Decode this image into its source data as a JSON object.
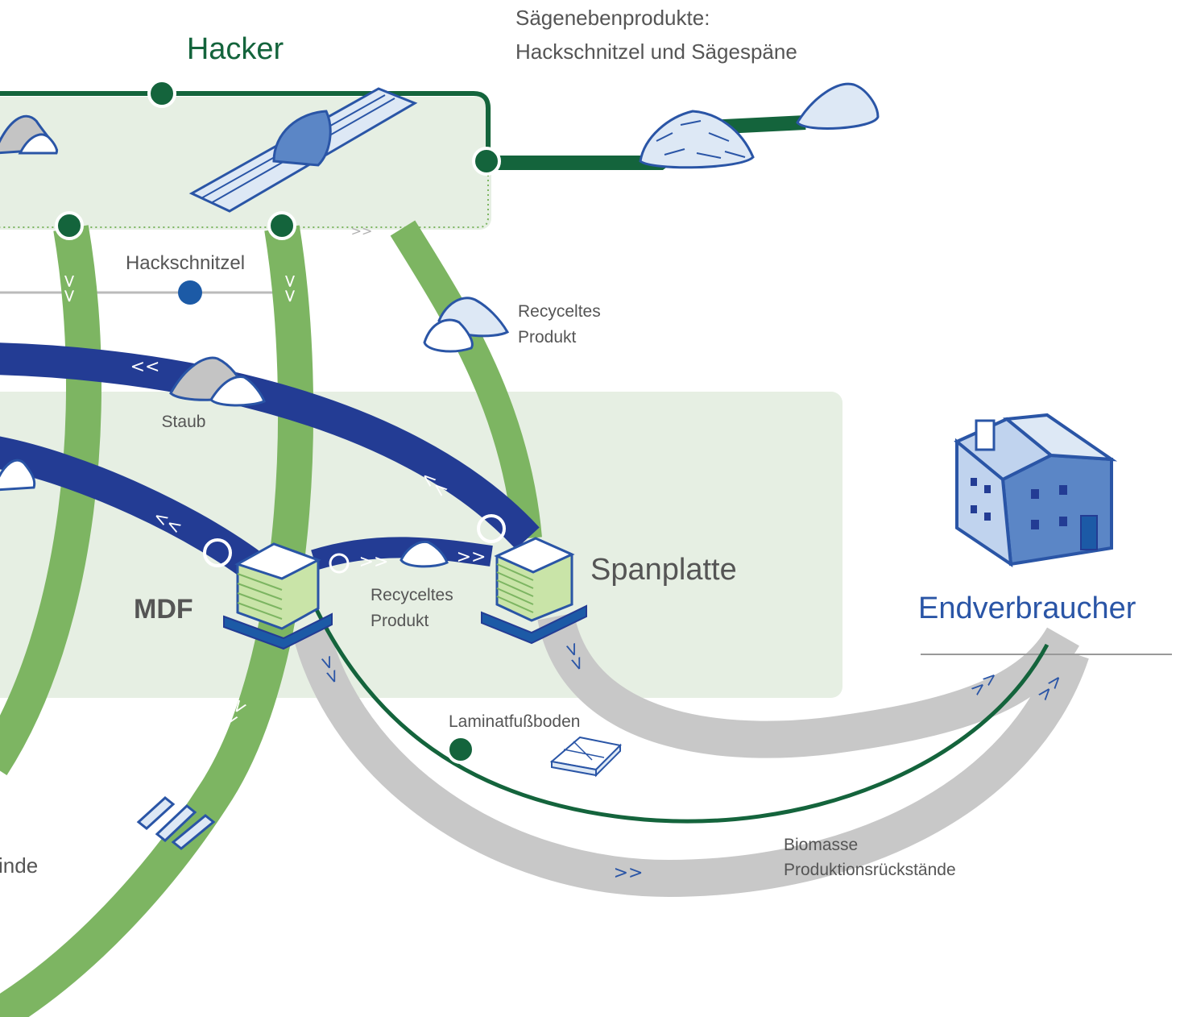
{
  "colors": {
    "zone_fill": "#e6efe3",
    "green_flow": "#7db562",
    "dark_green": "#14643c",
    "navy_flow": "#233c94",
    "grey_flow": "#c8c8c8",
    "blue_node": "#1c5aa6",
    "label_grey": "#555555",
    "label_blue": "#2a55a6"
  },
  "labels": {
    "hacker": "Hacker",
    "saegenebenprodukte_line1": "Sägenebenprodukte:",
    "saegenebenprodukte_line2": "Hackschnitzel und Sägespäne",
    "hackschnitzel": "Hackschnitzel",
    "recyceltes_top_line1": "Recyceltes",
    "recyceltes_top_line2": "Produkt",
    "staub": "Staub",
    "spanplatte": "Spanplatte",
    "mdf": "MDF",
    "recyceltes_mid_line1": "Recyceltes",
    "recyceltes_mid_line2": "Produkt",
    "endverbraucher": "Endverbraucher",
    "laminat": "Laminatfußboden",
    "biomasse_line1": "Biomasse",
    "biomasse_line2": "Produktionsrückstände",
    "cut_left": "inde"
  },
  "arrows": {
    "down": "»",
    "left": "<<",
    "right": ">>",
    "up_right": "»"
  },
  "icons": [
    "saw-blade-icon",
    "wood-chips-pile-icon",
    "sawdust-pile-icon",
    "dust-pile-icon",
    "particleboard-stack-icon",
    "mdf-stack-icon",
    "pallet-icon",
    "house-icon",
    "laminate-floor-icon",
    "biomass-logs-icon"
  ]
}
